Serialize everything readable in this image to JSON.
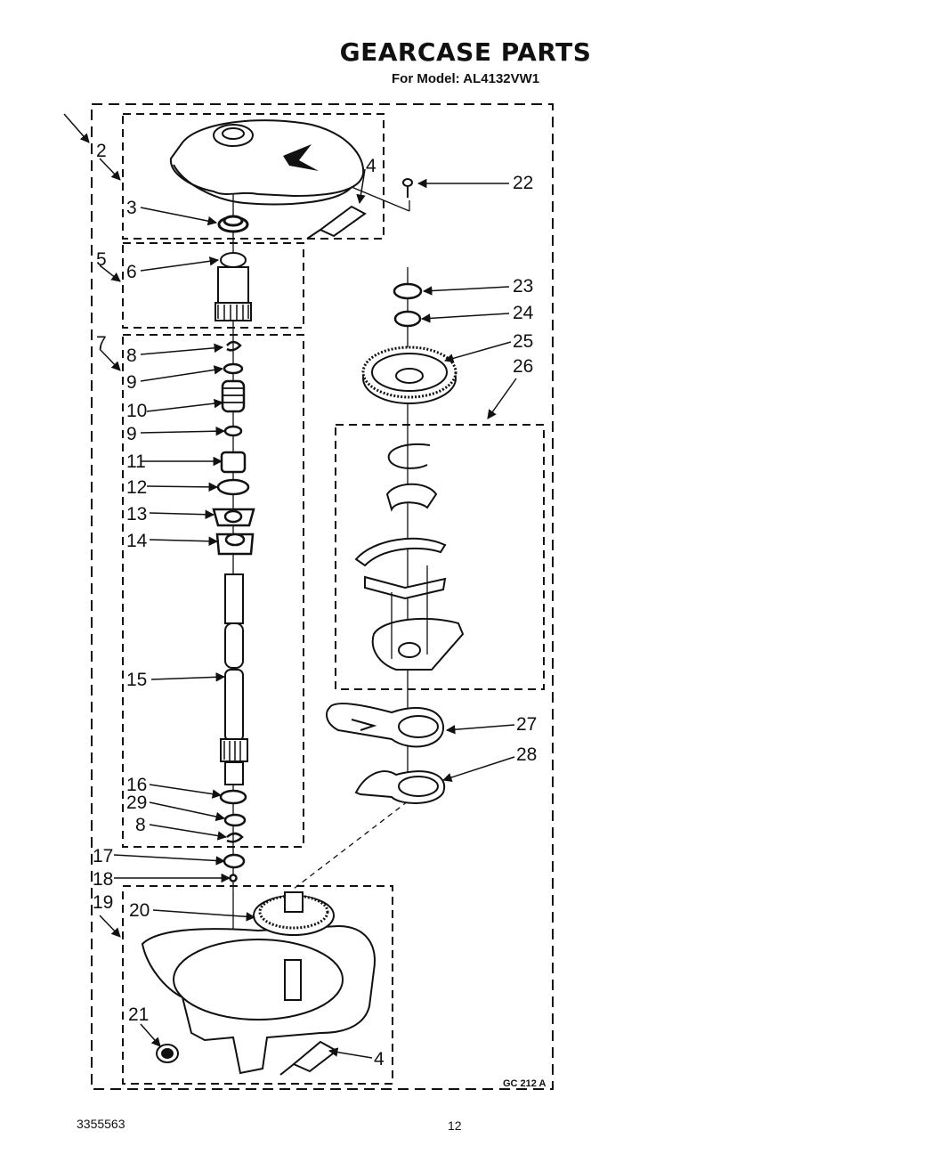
{
  "header": {
    "title": "GEARCASE PARTS",
    "model": "For Model: AL4132VW1"
  },
  "footer": {
    "doc_number": "3355563",
    "page_number": "12",
    "figure_code": "GC 212 A"
  },
  "callouts": {
    "c2": "2",
    "c3": "3",
    "c4a": "4",
    "c4b": "4",
    "c5": "5",
    "c6": "6",
    "c7": "7",
    "c8a": "8",
    "c9a": "9",
    "c10": "10",
    "c9b": "9",
    "c11": "11",
    "c12": "12",
    "c13": "13",
    "c14": "14",
    "c15": "15",
    "c16": "16",
    "c29": "29",
    "c8b": "8",
    "c17": "17",
    "c18": "18",
    "c19": "19",
    "c20": "20",
    "c21": "21",
    "c22": "22",
    "c23": "23",
    "c24": "24",
    "c25": "25",
    "c26": "26",
    "c27": "27",
    "c28": "28"
  }
}
